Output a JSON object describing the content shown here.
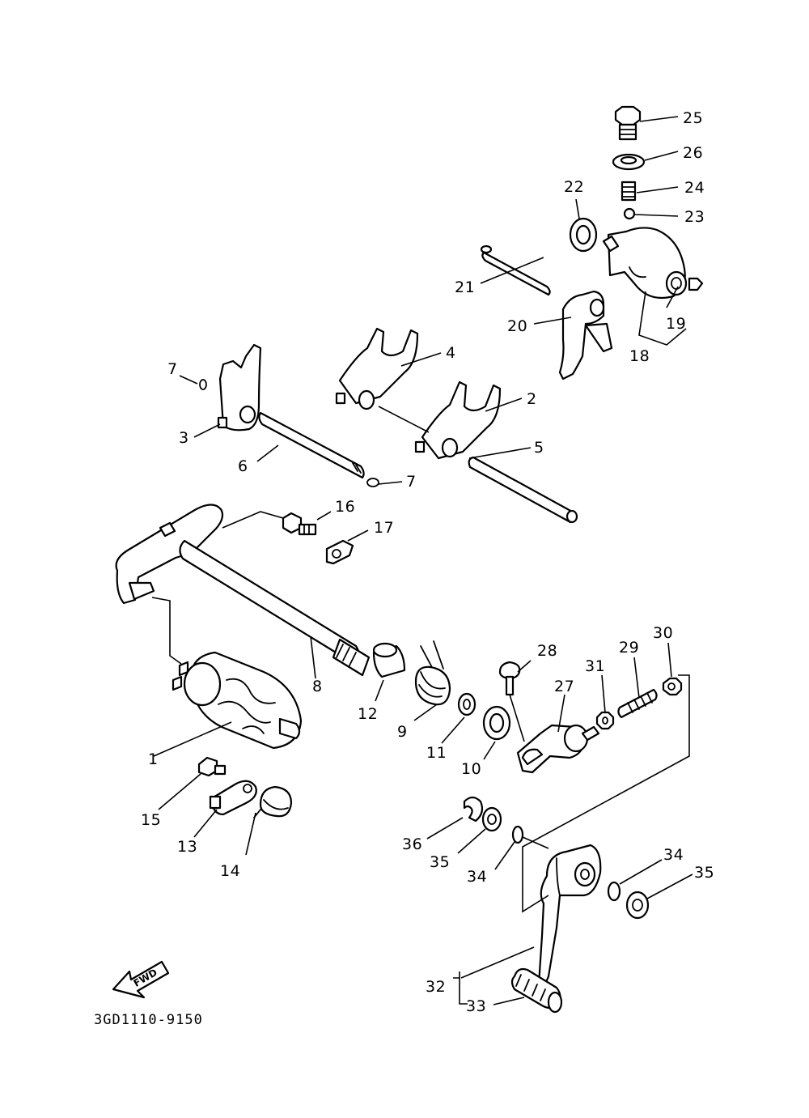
{
  "callouts": {
    "p1": "1",
    "p2": "2",
    "p3": "3",
    "p4": "4",
    "p5": "5",
    "p6": "6",
    "p7a": "7",
    "p7b": "7",
    "p8": "8",
    "p9": "9",
    "p10": "10",
    "p11": "11",
    "p12": "12",
    "p13": "13",
    "p14": "14",
    "p15": "15",
    "p16": "16",
    "p17": "17",
    "p18": "18",
    "p19": "19",
    "p20": "20",
    "p21": "21",
    "p22": "22",
    "p23": "23",
    "p24": "24",
    "p25": "25",
    "p26": "26",
    "p27": "27",
    "p28": "28",
    "p29": "29",
    "p30": "30",
    "p31": "31",
    "p32": "32",
    "p33": "33",
    "p34a": "34",
    "p34b": "34",
    "p35a": "35",
    "p35b": "35",
    "p36": "36"
  },
  "fwd_indicator": {
    "text": "FWD"
  },
  "diagram_code": "3GD1110-9150"
}
